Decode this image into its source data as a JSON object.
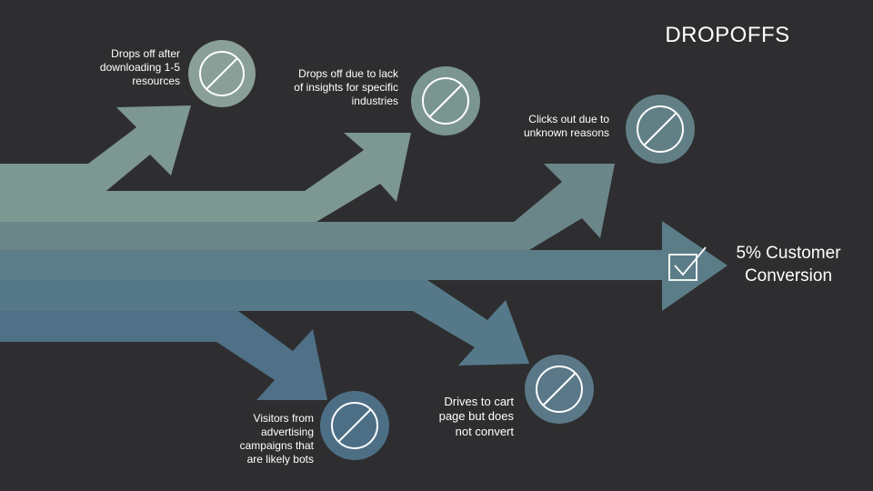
{
  "title": "DROPOFFS",
  "conversion": {
    "label": "5% Customer Conversion",
    "icon": "checkbox-check-icon"
  },
  "dropoffs": [
    {
      "id": "resources",
      "label": "Drops off after downloading 1-5 resources",
      "icon": "prohibited-icon",
      "color": "#8a9f97"
    },
    {
      "id": "insights",
      "label": "Drops off due to lack of insights for specific industries",
      "icon": "prohibited-icon",
      "color": "#7b9690"
    },
    {
      "id": "clicks",
      "label": "Clicks out due to unknown reasons",
      "icon": "prohibited-icon",
      "color": "#627f86"
    },
    {
      "id": "cart",
      "label": "Drives to cart page but does not convert",
      "icon": "prohibited-icon",
      "color": "#5a7888"
    },
    {
      "id": "bots",
      "label": "Visitors from advertising campaigns that are likely bots",
      "icon": "prohibited-icon",
      "color": "#4d6f86"
    }
  ],
  "colors": {
    "background": "#2e2e30",
    "band1": "#7d9791",
    "band2": "#6b8688",
    "band3": "#5b7d88",
    "band4": "#507387",
    "text": "#ffffff"
  }
}
